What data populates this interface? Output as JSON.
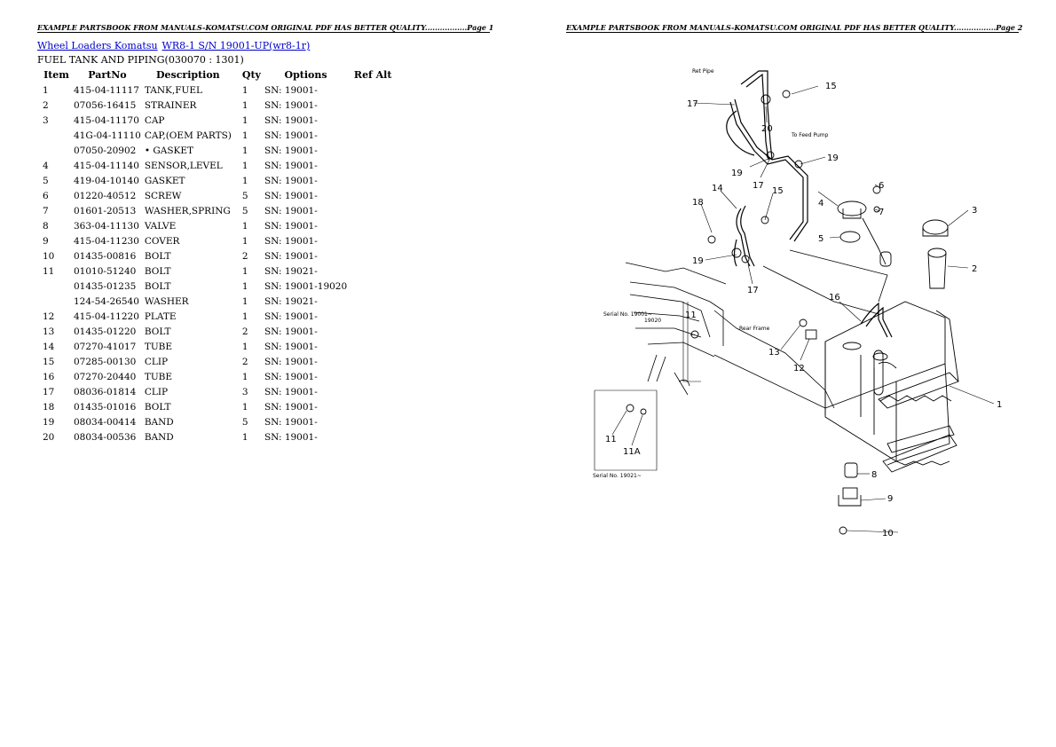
{
  "header": {
    "page1": "EXAMPLE PARTSBOOK FROM MANUALS-KOMATSU.COM ORIGINAL PDF HAS BETTER QUALITY.................Page 1",
    "page2": "EXAMPLE PARTSBOOK FROM MANUALS-KOMATSU.COM ORIGINAL PDF HAS BETTER QUALITY.................Page 2"
  },
  "breadcrumb": {
    "link1": "Wheel Loaders Komatsu",
    "link2": "WR8-1 S/N 19001-UP(wr8-1r)"
  },
  "section_title": "FUEL TANK AND PIPING(030070 : 1301)",
  "table": {
    "headers": [
      "Item",
      "PartNo",
      "Description",
      "Qty",
      "Options",
      "Ref Alt"
    ],
    "rows": [
      [
        "1",
        "415-04-11117",
        "TANK,FUEL",
        "1",
        "SN: 19001-",
        ""
      ],
      [
        "2",
        "07056-16415",
        "STRAINER",
        "1",
        "SN: 19001-",
        ""
      ],
      [
        "3",
        "415-04-11170",
        "CAP",
        "1",
        "SN: 19001-",
        ""
      ],
      [
        "",
        "41G-04-11110",
        "CAP,(OEM PARTS)",
        "1",
        "SN: 19001-",
        ""
      ],
      [
        "",
        "07050-20902",
        "• GASKET",
        "1",
        "SN: 19001-",
        ""
      ],
      [
        "4",
        "415-04-11140",
        "SENSOR,LEVEL",
        "1",
        "SN: 19001-",
        ""
      ],
      [
        "5",
        "419-04-10140",
        "GASKET",
        "1",
        "SN: 19001-",
        ""
      ],
      [
        "6",
        "01220-40512",
        "SCREW",
        "5",
        "SN: 19001-",
        ""
      ],
      [
        "7",
        "01601-20513",
        "WASHER,SPRING",
        "5",
        "SN: 19001-",
        ""
      ],
      [
        "8",
        "363-04-11130",
        "VALVE",
        "1",
        "SN: 19001-",
        ""
      ],
      [
        "9",
        "415-04-11230",
        "COVER",
        "1",
        "SN: 19001-",
        ""
      ],
      [
        "10",
        "01435-00816",
        "BOLT",
        "2",
        "SN: 19001-",
        ""
      ],
      [
        "11",
        "01010-51240",
        "BOLT",
        "1",
        "SN: 19021-",
        ""
      ],
      [
        "",
        "01435-01235",
        "BOLT",
        "1",
        "SN: 19001-19020",
        ""
      ],
      [
        "",
        "124-54-26540",
        "WASHER",
        "1",
        "SN: 19021-",
        ""
      ],
      [
        "12",
        "415-04-11220",
        "PLATE",
        "1",
        "SN: 19001-",
        ""
      ],
      [
        "13",
        "01435-01220",
        "BOLT",
        "2",
        "SN: 19001-",
        ""
      ],
      [
        "14",
        "07270-41017",
        "TUBE",
        "1",
        "SN: 19001-",
        ""
      ],
      [
        "15",
        "07285-00130",
        "CLIP",
        "2",
        "SN: 19001-",
        ""
      ],
      [
        "16",
        "07270-20440",
        "TUBE",
        "1",
        "SN: 19001-",
        ""
      ],
      [
        "17",
        "08036-01814",
        "CLIP",
        "3",
        "SN: 19001-",
        ""
      ],
      [
        "18",
        "01435-01016",
        "BOLT",
        "1",
        "SN: 19001-",
        ""
      ],
      [
        "19",
        "08034-00414",
        "BAND",
        "5",
        "SN: 19001-",
        ""
      ],
      [
        "20",
        "08034-00536",
        "BAND",
        "1",
        "SN: 19001-",
        ""
      ]
    ]
  },
  "diagram": {
    "callouts": [
      "15",
      "17",
      "20",
      "19",
      "17",
      "19",
      "14",
      "15",
      "18",
      "19",
      "17",
      "6",
      "7",
      "4",
      "5",
      "3",
      "2",
      "16",
      "13",
      "12",
      "11",
      "1",
      "8",
      "9",
      "10",
      "11",
      "11A"
    ],
    "notes": {
      "return": "Ret Pipe",
      "feed": "To Feed Pump",
      "serial_a1": "Serial No. 19001~",
      "serial_a2": "19020",
      "rear_frame": "Rear Frame",
      "serial_b": "Serial No. 19021~"
    }
  }
}
